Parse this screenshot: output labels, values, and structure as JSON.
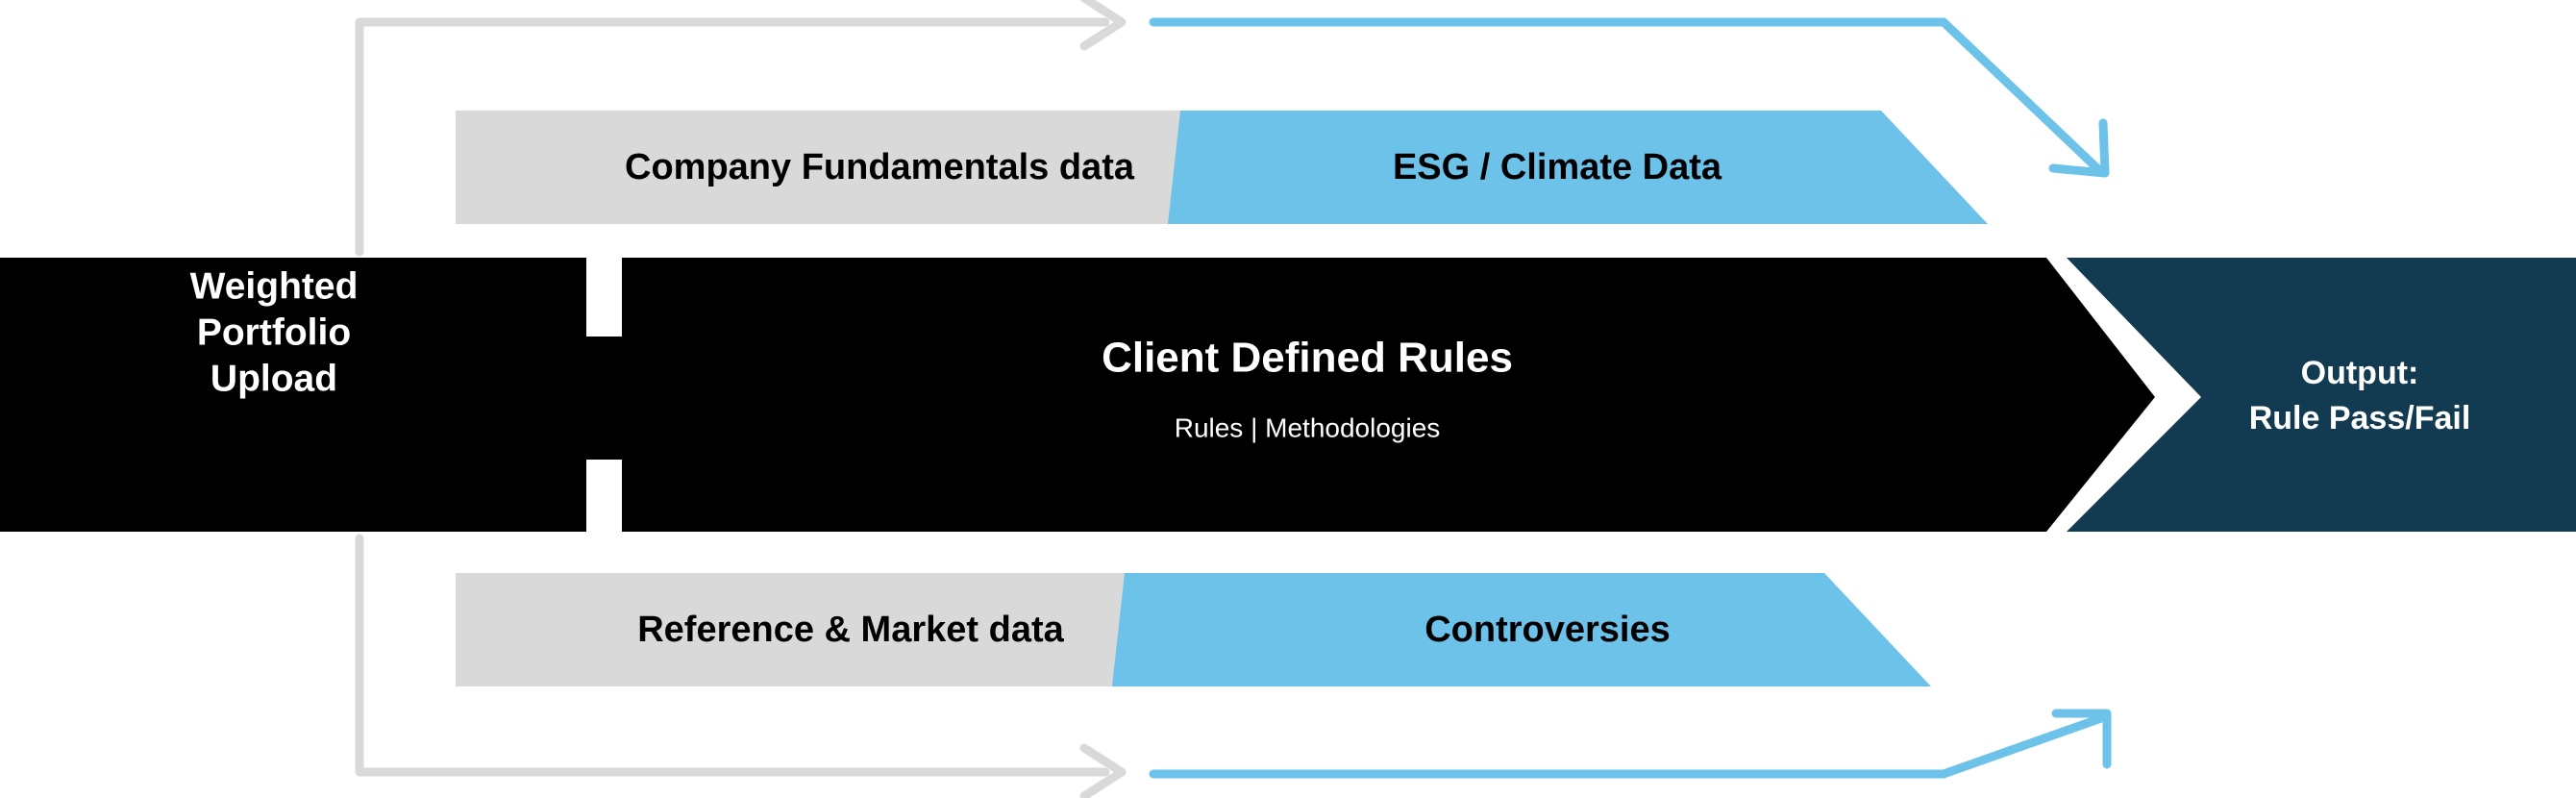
{
  "diagram": {
    "title": "Client Defined Rules process flow",
    "colors": {
      "black": "#000000",
      "gray_band": "#d9d9d9",
      "blue": "#6cc2e8",
      "gray_arrow": "#d9d9d9",
      "teal_output": "#123a51",
      "white": "#ffffff"
    },
    "input_stage": {
      "line1": "Weighted",
      "line2": "Portfolio",
      "line3": "Upload"
    },
    "center_stage": {
      "title": "Client Defined Rules",
      "subtitle": "Rules | Methodologies"
    },
    "output_stage": {
      "line1": "Output:",
      "line2": "Rule Pass/Fail"
    },
    "data_bands": [
      {
        "position": "top",
        "gray_label": "Company Fundamentals data",
        "blue_label": "ESG / Climate Data"
      },
      {
        "position": "bottom",
        "gray_label": "Reference & Market data",
        "blue_label": "Controversies"
      }
    ],
    "connectors": [
      {
        "name": "top-gray-feed-arrow",
        "color": "#d9d9d9",
        "direction": "right"
      },
      {
        "name": "top-blue-return-arrow",
        "color": "#6cc2e8",
        "direction": "down-right"
      },
      {
        "name": "bottom-gray-feed-arrow",
        "color": "#d9d9d9",
        "direction": "right"
      },
      {
        "name": "bottom-blue-return-arrow",
        "color": "#6cc2e8",
        "direction": "up-right"
      }
    ]
  }
}
